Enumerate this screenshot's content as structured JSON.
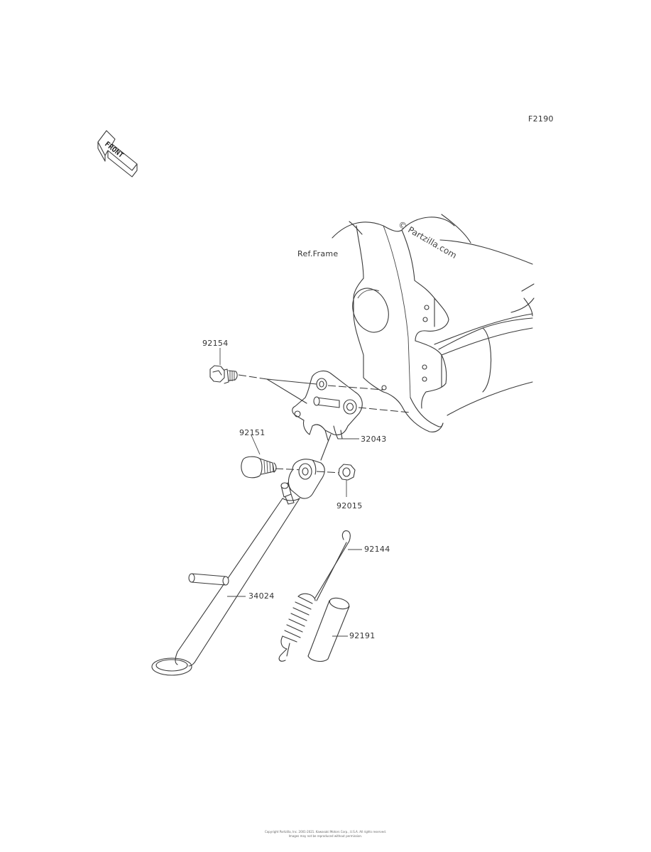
{
  "diagram": {
    "figure_code": "F2190",
    "front_arrow_text": "FRONT",
    "reference_label": "Ref.Frame",
    "watermark": "© Partzilla.com",
    "callouts": {
      "p92154": "92154",
      "p92151": "92151",
      "p32043": "32043",
      "p92015": "92015",
      "p92144": "92144",
      "p34024": "34024",
      "p92191": "92191"
    },
    "footer_line1": "Copyright Partzilla, Inc. 2001-2021. Kawasaki Motors Corp., U.S.A. All rights reserved.",
    "footer_line2": "Images may not be reproduced without permission."
  }
}
